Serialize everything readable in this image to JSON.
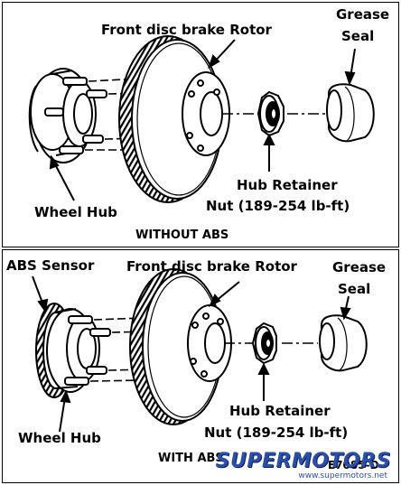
{
  "top": {
    "rotor_label": "Front disc brake Rotor",
    "grease_seal_label_1": "Grease",
    "grease_seal_label_2": "Seal",
    "wheel_hub_label": "Wheel Hub",
    "hub_retainer_label_1": "Hub Retainer",
    "hub_retainer_label_2": "Nut (189-254 lb-ft)",
    "caption": "WITHOUT ABS"
  },
  "bottom": {
    "abs_sensor_label": "ABS Sensor",
    "rotor_label": "Front disc brake Rotor",
    "grease_seal_label_1": "Grease",
    "grease_seal_label_2": "Seal",
    "wheel_hub_label": "Wheel Hub",
    "hub_retainer_label_1": "Hub Retainer",
    "hub_retainer_label_2": "Nut (189-254 lb-ft)",
    "caption": "WITH ABS",
    "figure_code": "E7085-D"
  },
  "watermark": {
    "brand": "SUPERMOTORS",
    "url": "www.supermotors.net"
  }
}
